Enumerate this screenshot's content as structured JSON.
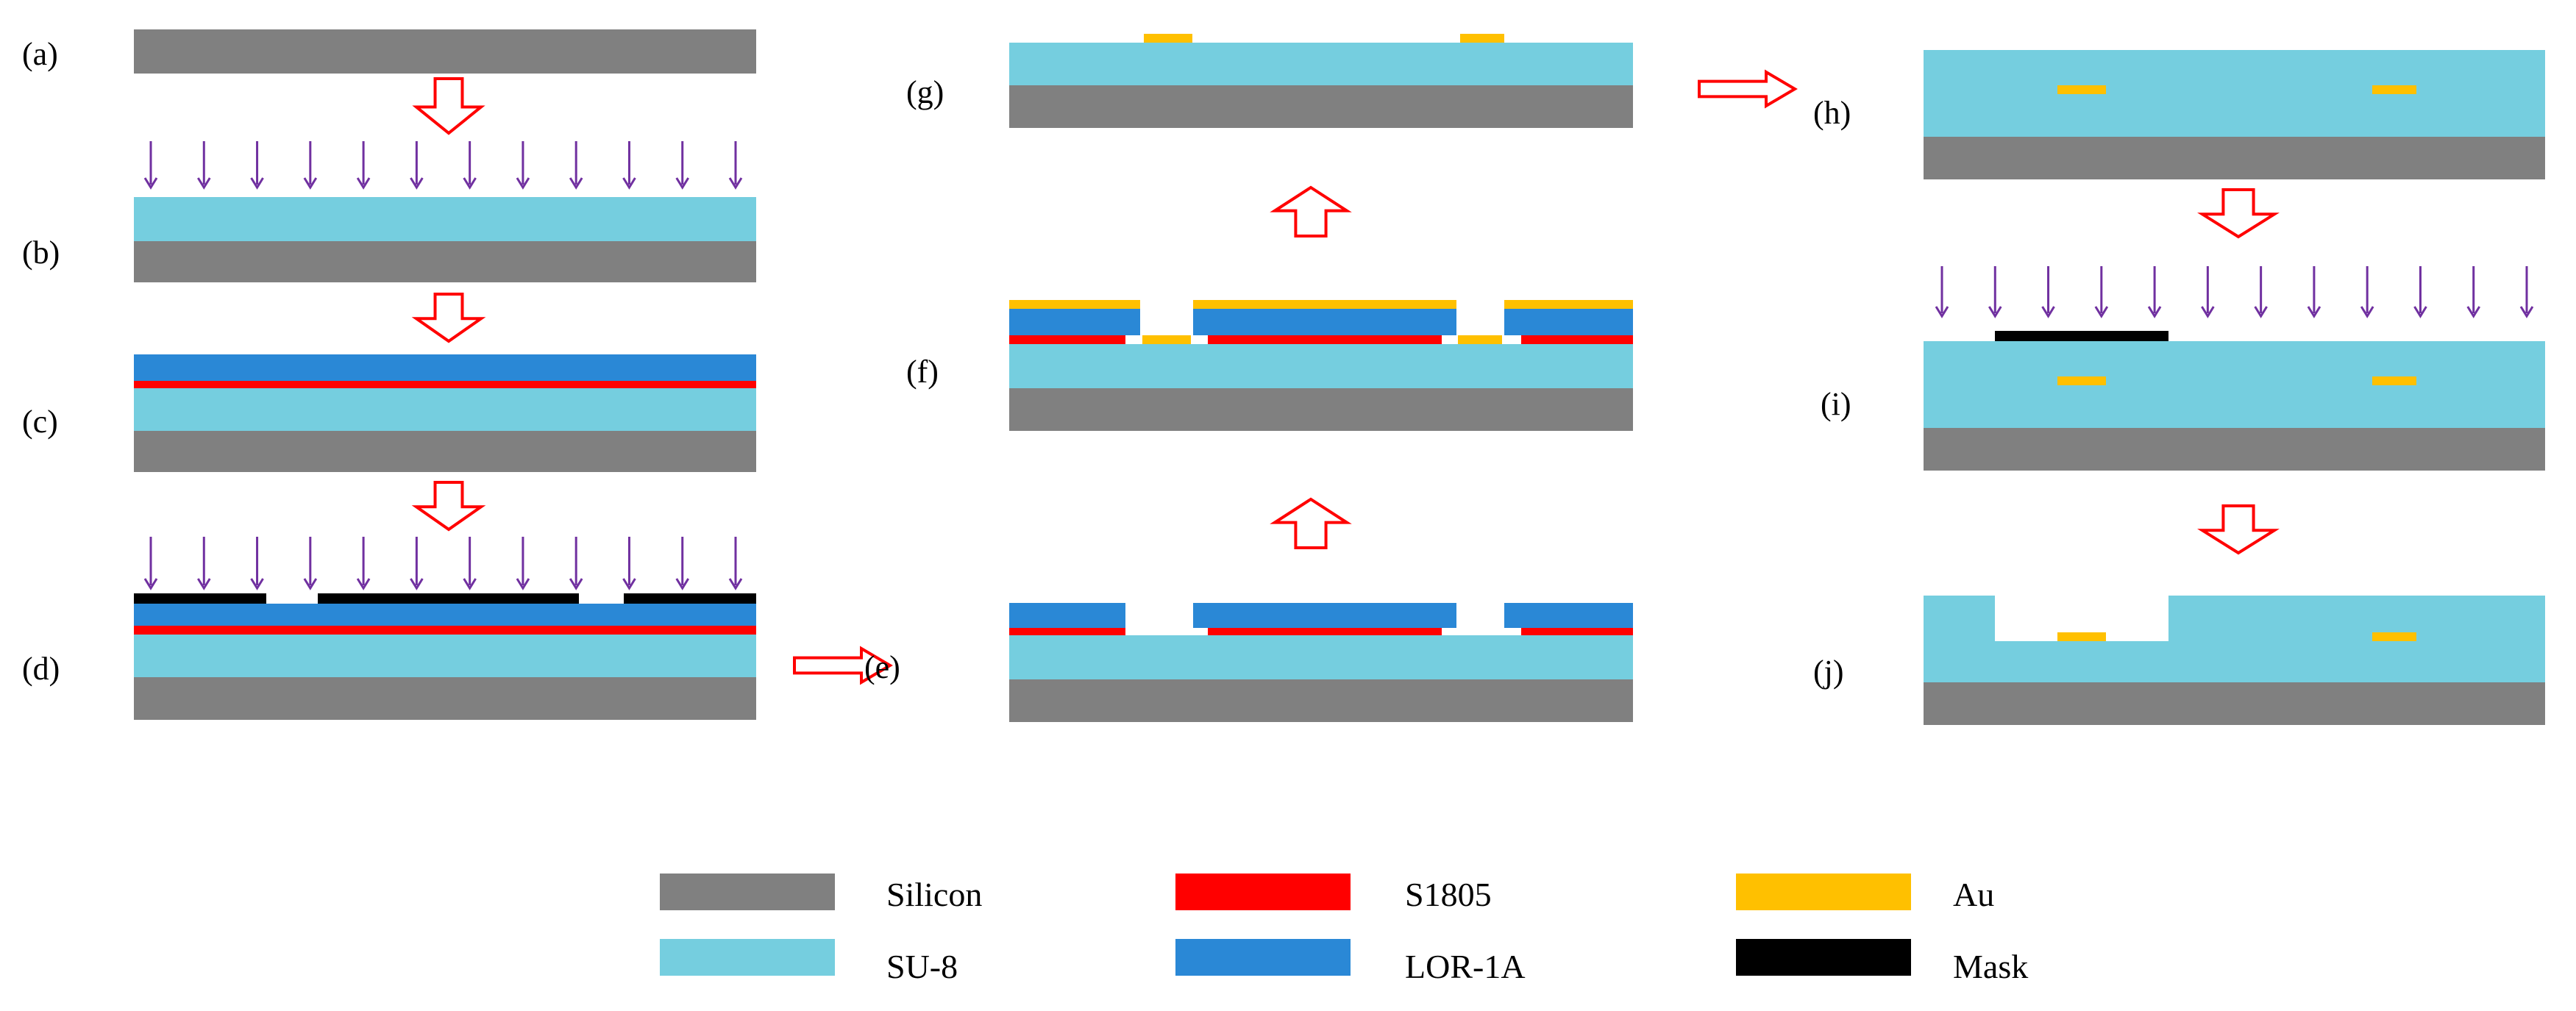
{
  "colors": {
    "silicon": "#808080",
    "su8": "#75CEDF",
    "s1805": "#FF0000",
    "lor1a": "#2A88D6",
    "au": "#FFC000",
    "mask": "#000000",
    "arrow_outline": "#FF0000",
    "uv_arrow": "#7030A0"
  },
  "steps": {
    "a": "(a)",
    "b": "(b)",
    "c": "(c)",
    "d": "(d)",
    "e": "(e)",
    "f": "(f)",
    "g": "(g)",
    "h": "(h)",
    "i": "(i)",
    "j": "(j)"
  },
  "legend": {
    "silicon": "Silicon",
    "su8": "SU-8",
    "s1805": "S1805",
    "lor1a": "LOR-1A",
    "au": "Au",
    "mask": "Mask"
  },
  "icons": {
    "process_arrow": "hollow-block-arrow",
    "uv_exposure": "thin-down-arrow"
  }
}
